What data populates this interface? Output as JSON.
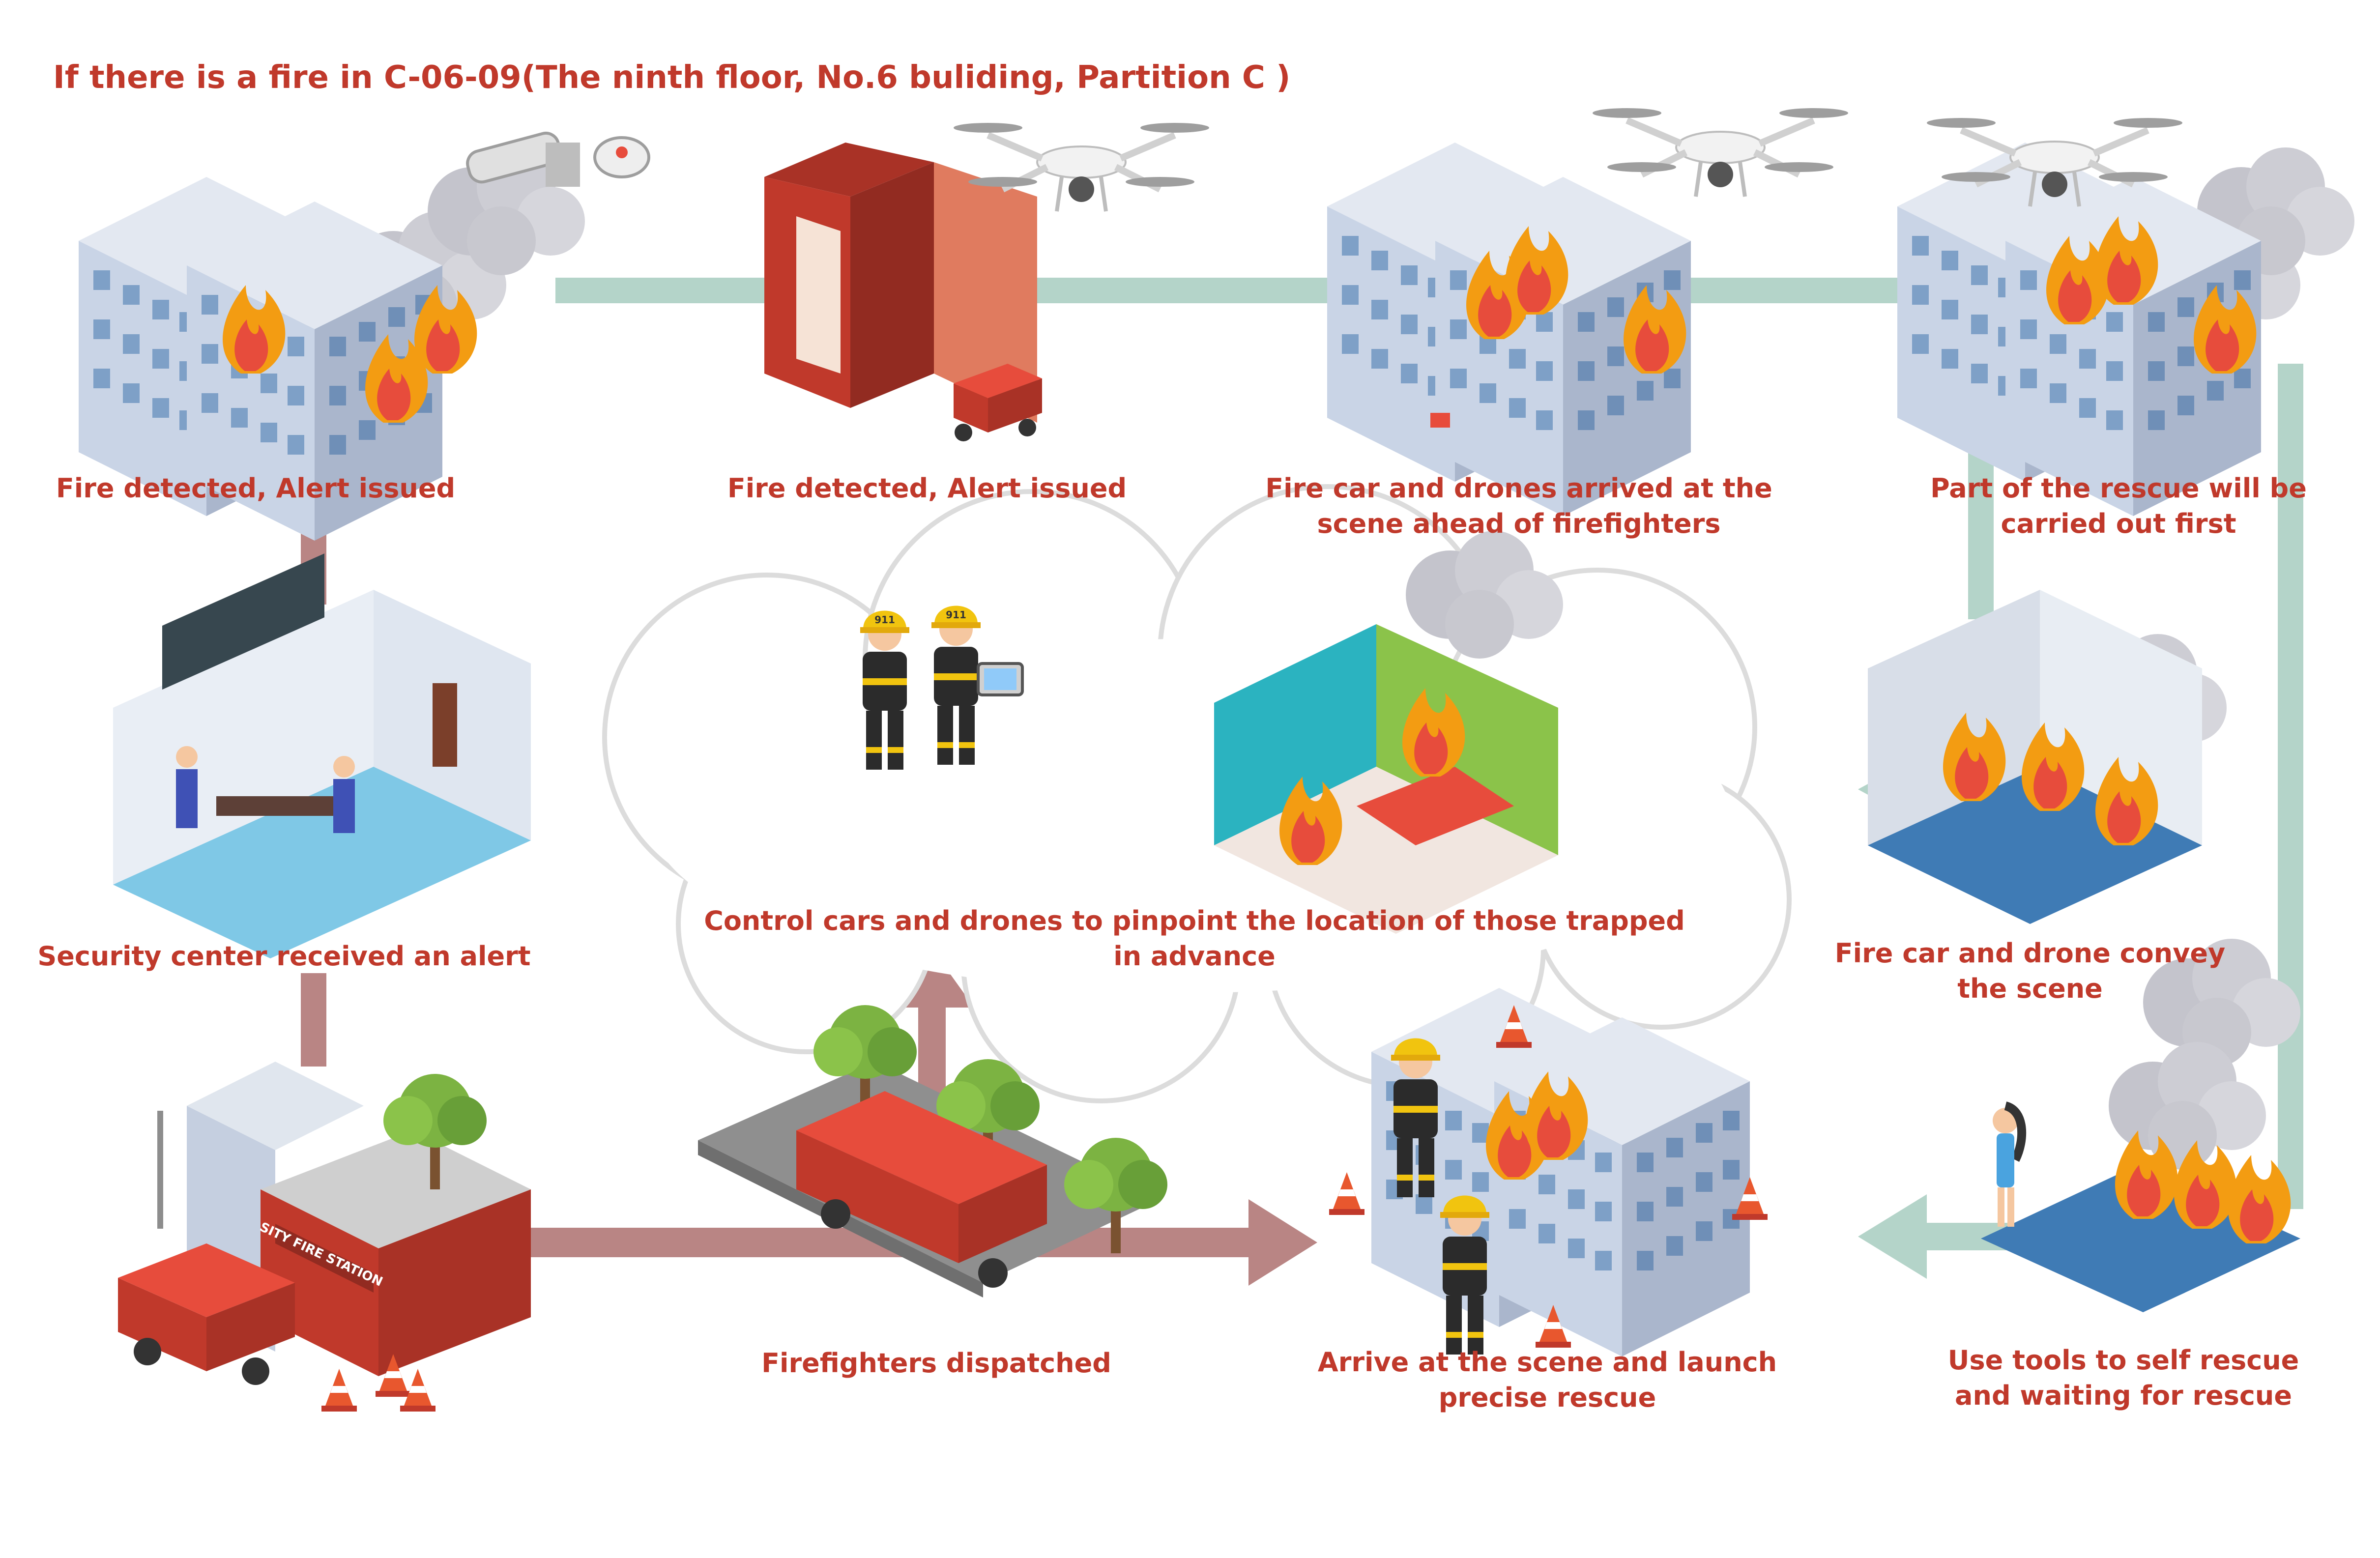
{
  "title": "If  there is a fire in C-06-09(The ninth floor, No.6 buliding, Partition C )",
  "colors": {
    "text_red": "#c0392b",
    "connector_teal": "#b4d4c9",
    "connector_brown": "#b98584",
    "wall_blue": "#c9d4e6",
    "fire_orange": "#f39c12",
    "fire_red": "#e74c3c",
    "smoke_gray": "#c4c4cc",
    "cloud_stroke": "#dcdcdc"
  },
  "steps": [
    {
      "id": "building-fire",
      "label_lines": [
        "Fire detected, Alert issued"
      ]
    },
    {
      "id": "fire-cabinet",
      "label_lines": [
        "Fire detected, Alert issued"
      ]
    },
    {
      "id": "car-drones-arrive",
      "label_lines": [
        "Fire car and drones arrived at the",
        "scene ahead of firefighters"
      ]
    },
    {
      "id": "partial-rescue",
      "label_lines": [
        "Part of the rescue will be",
        "carried out first"
      ]
    },
    {
      "id": "security-center",
      "label_lines": [
        "Security center received an alert"
      ]
    },
    {
      "id": "control-cars-drones",
      "label_lines": [
        "Control cars and drones to pinpoint the location of those trapped",
        "in advance"
      ]
    },
    {
      "id": "convey-scene",
      "label_lines": [
        "Fire car and drone convey",
        "the scene"
      ]
    },
    {
      "id": "fire-station",
      "sign_text": "SITY FIRE STATION"
    },
    {
      "id": "firefighters-dispatched",
      "label_lines": [
        "Firefighters dispatched"
      ]
    },
    {
      "id": "arrive-launch-rescue",
      "label_lines": [
        "Arrive at the scene and launch",
        "precise rescue"
      ]
    },
    {
      "id": "self-rescue",
      "label_lines": [
        "Use tools to self rescue",
        "and waiting for rescue"
      ]
    }
  ],
  "helmet_badge": "911",
  "icons": [
    "burning-building-icon",
    "cctv-camera-icon",
    "smoke-detector-icon",
    "fire-cabinet-icon",
    "drone-icon",
    "fire-robot-car-icon",
    "security-room-icon",
    "firefighter-icon",
    "tablet-controller-icon",
    "burning-bedroom-icon",
    "burning-livingroom-icon",
    "fire-station-icon",
    "fire-truck-icon",
    "traffic-cone-icon",
    "tree-icon",
    "street-lamp-icon",
    "woman-escaping-icon"
  ]
}
